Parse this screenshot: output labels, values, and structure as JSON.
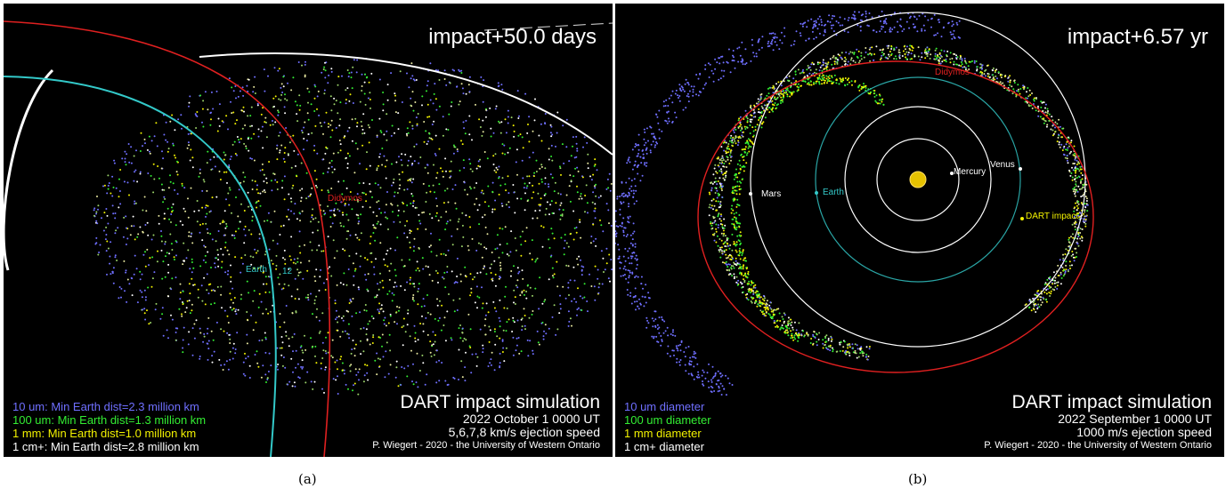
{
  "panel_a": {
    "overlay_title": "impact+50.0 days",
    "legend": [
      {
        "text": "10 um: Min Earth dist=2.3 million km",
        "color": "#6f6fff"
      },
      {
        "text": "100 um: Min Earth dist=1.3 million km",
        "color": "#33ee33"
      },
      {
        "text": "1 mm: Min Earth dist=1.0 million km",
        "color": "#f2f200"
      },
      {
        "text": "1 cm+: Min Earth dist=2.8 million km",
        "color": "#ffffff"
      }
    ],
    "credit_title": "DART impact simulation",
    "credit_date": "2022 October 1 0000 UT",
    "credit_speed": "5,6,7,8 km/s ejection speed",
    "credit_author": "P. Wiegert - 2020 - the University of Western Ontario",
    "labels": {
      "earth": "Earth",
      "earth_num": "12",
      "didymos": "Didymos"
    },
    "caption": "(a)"
  },
  "panel_b": {
    "overlay_title": "impact+6.57 yr",
    "legend": [
      {
        "text": "10 um diameter",
        "color": "#6f6fff"
      },
      {
        "text": "100 um diameter",
        "color": "#33ee33"
      },
      {
        "text": "1 mm diameter",
        "color": "#f2f200"
      },
      {
        "text": "1 cm+ diameter",
        "color": "#ffffff"
      }
    ],
    "credit_title": "DART impact simulation",
    "credit_date": "2022 September 1 0000 UT",
    "credit_speed": "1000 m/s ejection speed",
    "credit_author": "P. Wiegert - 2020 - the University of Western Ontario",
    "labels": {
      "mars": "Mars",
      "earth": "Earth",
      "mercury": "Mercury",
      "venus": "Venus",
      "didymos": "Didymos",
      "dart": "DART impact"
    },
    "caption": "(b)"
  }
}
